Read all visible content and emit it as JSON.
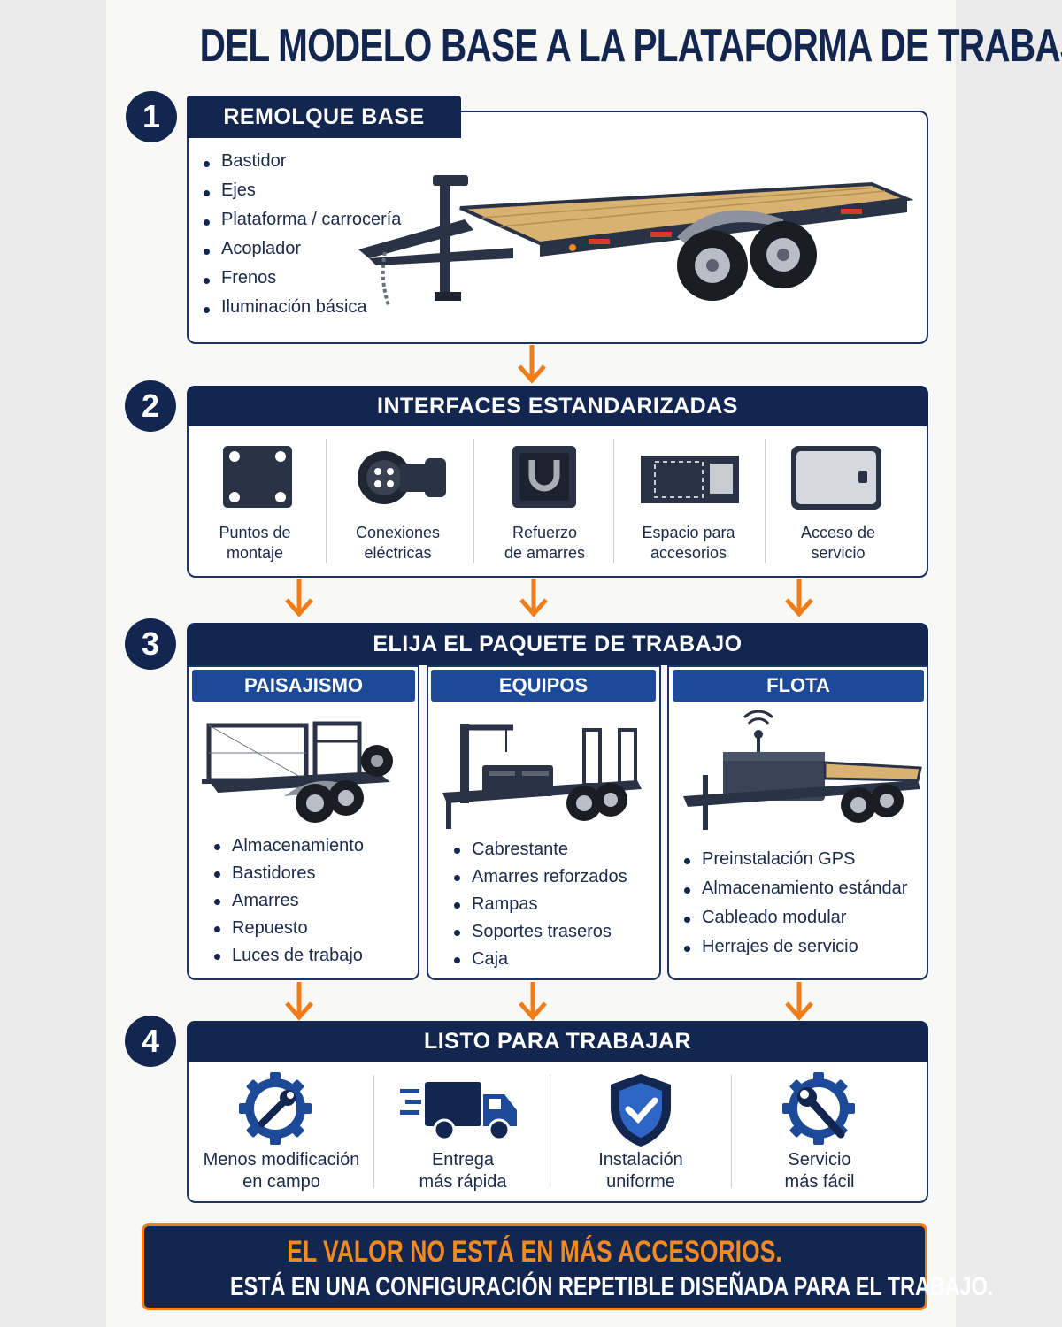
{
  "title": "DEL MODELO BASE A LA PLATAFORMA DE TRABAJO",
  "colors": {
    "navy": "#132650",
    "blue": "#1c4a99",
    "orange": "#ef7d1a"
  },
  "step1": {
    "number": "1",
    "heading": "REMOLQUE BASE",
    "items": [
      "Bastidor",
      "Ejes",
      "Plataforma / carrocería",
      "Acoplador",
      "Frenos",
      "Iluminación básica"
    ]
  },
  "step2": {
    "number": "2",
    "heading": "INTERFACES ESTANDARIZADAS",
    "items": [
      {
        "line1": "Puntos de",
        "line2": "montaje",
        "icon": "mounting-plate-icon"
      },
      {
        "line1": "Conexiones",
        "line2": "eléctricas",
        "icon": "electrical-connector-icon"
      },
      {
        "line1": "Refuerzo",
        "line2": "de amarres",
        "icon": "tie-down-ring-icon"
      },
      {
        "line1": "Espacio para",
        "line2": "accesorios",
        "icon": "accessory-space-icon"
      },
      {
        "line1": "Acceso de",
        "line2": "servicio",
        "icon": "service-hatch-icon"
      }
    ]
  },
  "step3": {
    "number": "3",
    "heading": "ELIJA EL PAQUETE DE TRABAJO",
    "packages": [
      {
        "name": "PAISAJISMO",
        "items": [
          "Almacenamiento",
          "Bastidores",
          "Amarres",
          "Repuesto",
          "Luces de trabajo"
        ]
      },
      {
        "name": "EQUIPOS",
        "items": [
          "Cabrestante",
          "Amarres reforzados",
          "Rampas",
          "Soportes traseros",
          "Caja"
        ]
      },
      {
        "name": "FLOTA",
        "items": [
          "Preinstalación GPS",
          "Almacenamiento estándar",
          "Cableado modular",
          "Herrajes de servicio"
        ]
      }
    ]
  },
  "step4": {
    "number": "4",
    "heading": "LISTO PARA TRABAJAR",
    "items": [
      {
        "line1": "Menos modificación",
        "line2": "en campo",
        "icon": "gear-wrench-icon"
      },
      {
        "line1": "Entrega",
        "line2": "más rápida",
        "icon": "delivery-truck-icon"
      },
      {
        "line1": "Instalación",
        "line2": "uniforme",
        "icon": "shield-check-icon"
      },
      {
        "line1": "Servicio",
        "line2": "más fácil",
        "icon": "service-tools-icon"
      }
    ]
  },
  "footer": {
    "line1": "EL VALOR NO ESTÁ EN MÁS ACCESORIOS.",
    "line2": "ESTÁ EN UNA CONFIGURACIÓN REPETIBLE DISEÑADA PARA EL TRABAJO."
  }
}
